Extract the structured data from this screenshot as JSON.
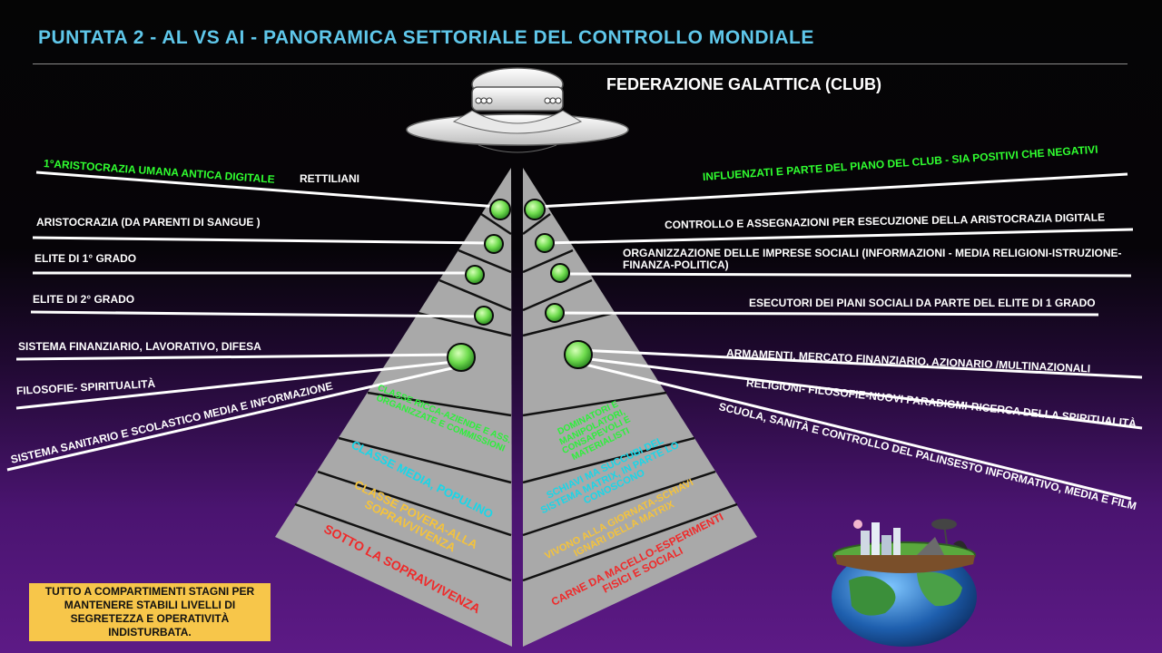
{
  "title": "PUNTATA 2 - AL VS AI - PANORAMICA SETTORIALE DEL CONTROLLO MONDIALE",
  "club_label": "FEDERAZIONE GALATTICA (CLUB)",
  "left_labels": {
    "aristocrazia_digitale": "1°ARISTOCRAZIA UMANA ANTICA DIGITALE",
    "rettiliani": "RETTILIANI",
    "aristocrazia_sangue": "ARISTOCRAZIA (DA PARENTI DI SANGUE )",
    "elite_1": "ELITE  DI 1° GRADO",
    "elite_2": "ELITE DI  2° GRADO",
    "sistema_finanziario": "SISTEMA FINANZIARIO, LAVORATIVO, DIFESA",
    "filosofie": "FILOSOFIE- SPIRITUALITÀ",
    "sistema_sanitario": "SISTEMA SANITARIO E SCOLASTICO MEDIA E INFORMAZIONE"
  },
  "right_labels": {
    "influenzati": "INFLUENZATI E PARTE DEL PIANO DEL CLUB - SIA POSITIVI CHE NEGATIVI",
    "controllo": "CONTROLLO E ASSEGNAZIONI PER ESECUZIONE DELLA ARISTOCRAZIA DIGITALE",
    "organizzazione": "ORGANIZZAZIONE DELLE IMPRESE SOCIALI (INFORMAZIONI - MEDIA RELIGIONI-ISTRUZIONE-FINANZA-POLITICA)",
    "esecutori": "ESECUTORI DEI PIANI SOCIALI  DA PARTE DEL ELITE DI 1 GRADO",
    "armamenti": "ARMAMENTI, MERCATO FINANZIARIO, AZIONARIO /MULTINAZIONALI",
    "religioni": "RELIGIONI- FILOSOFIE-NUOVI PARADIGMI-RICERCA DELLA SPIRITUALITÀ",
    "scuola": "SCUOLA, SANITÀ E CONTROLLO DEL PALINSESTO INFORMATIVO, MEDIA E FILM"
  },
  "left_tiers": {
    "ricca": "CLASSE RICCA-AZIENDE E ASS. ORGANIZZATE E COMMISSIONI",
    "media": "CLASSE MEDIA, POPULINO",
    "povera": "CLASSE POVERA-ALLA SOPRAVVIVENZA",
    "sotto": "SOTTO LA SOPRAVVIVENZA"
  },
  "right_tiers": {
    "dominatori": "DOMINATORI E MANIPOLATORI, CONSAPEVOLI E MATERIALISTI",
    "schiavi_succubi": "SCHIAVI MA SUCCUBI DEL SISTEMA MATRIX, IN PARTE LO CONOSCONO",
    "vivono": "VIVONO ALLA GIORNATA-SCHIAVI IGNARI DELLA MATRIX",
    "carne": "CARNE DA MACELLO-ESPERIMENTI FISICI E SOCIALI"
  },
  "note": "TUTTO A COMPARTIMENTI STAGNI PER MANTENERE STABILI  LIVELLI DI SEGRETEZZA E OPERATIVITÀ INDISTURBATA.",
  "colors": {
    "title": "#5fc7ea",
    "green_text": "#30ff30",
    "pyramid": "#a9a9a9",
    "orb": "#7be05a",
    "tier_cyan": "#19d6e8",
    "tier_green": "#2cf03a",
    "tier_yellow": "#f5c33b",
    "tier_red": "#ef2a2a",
    "note_bg": "#f7c64a"
  }
}
